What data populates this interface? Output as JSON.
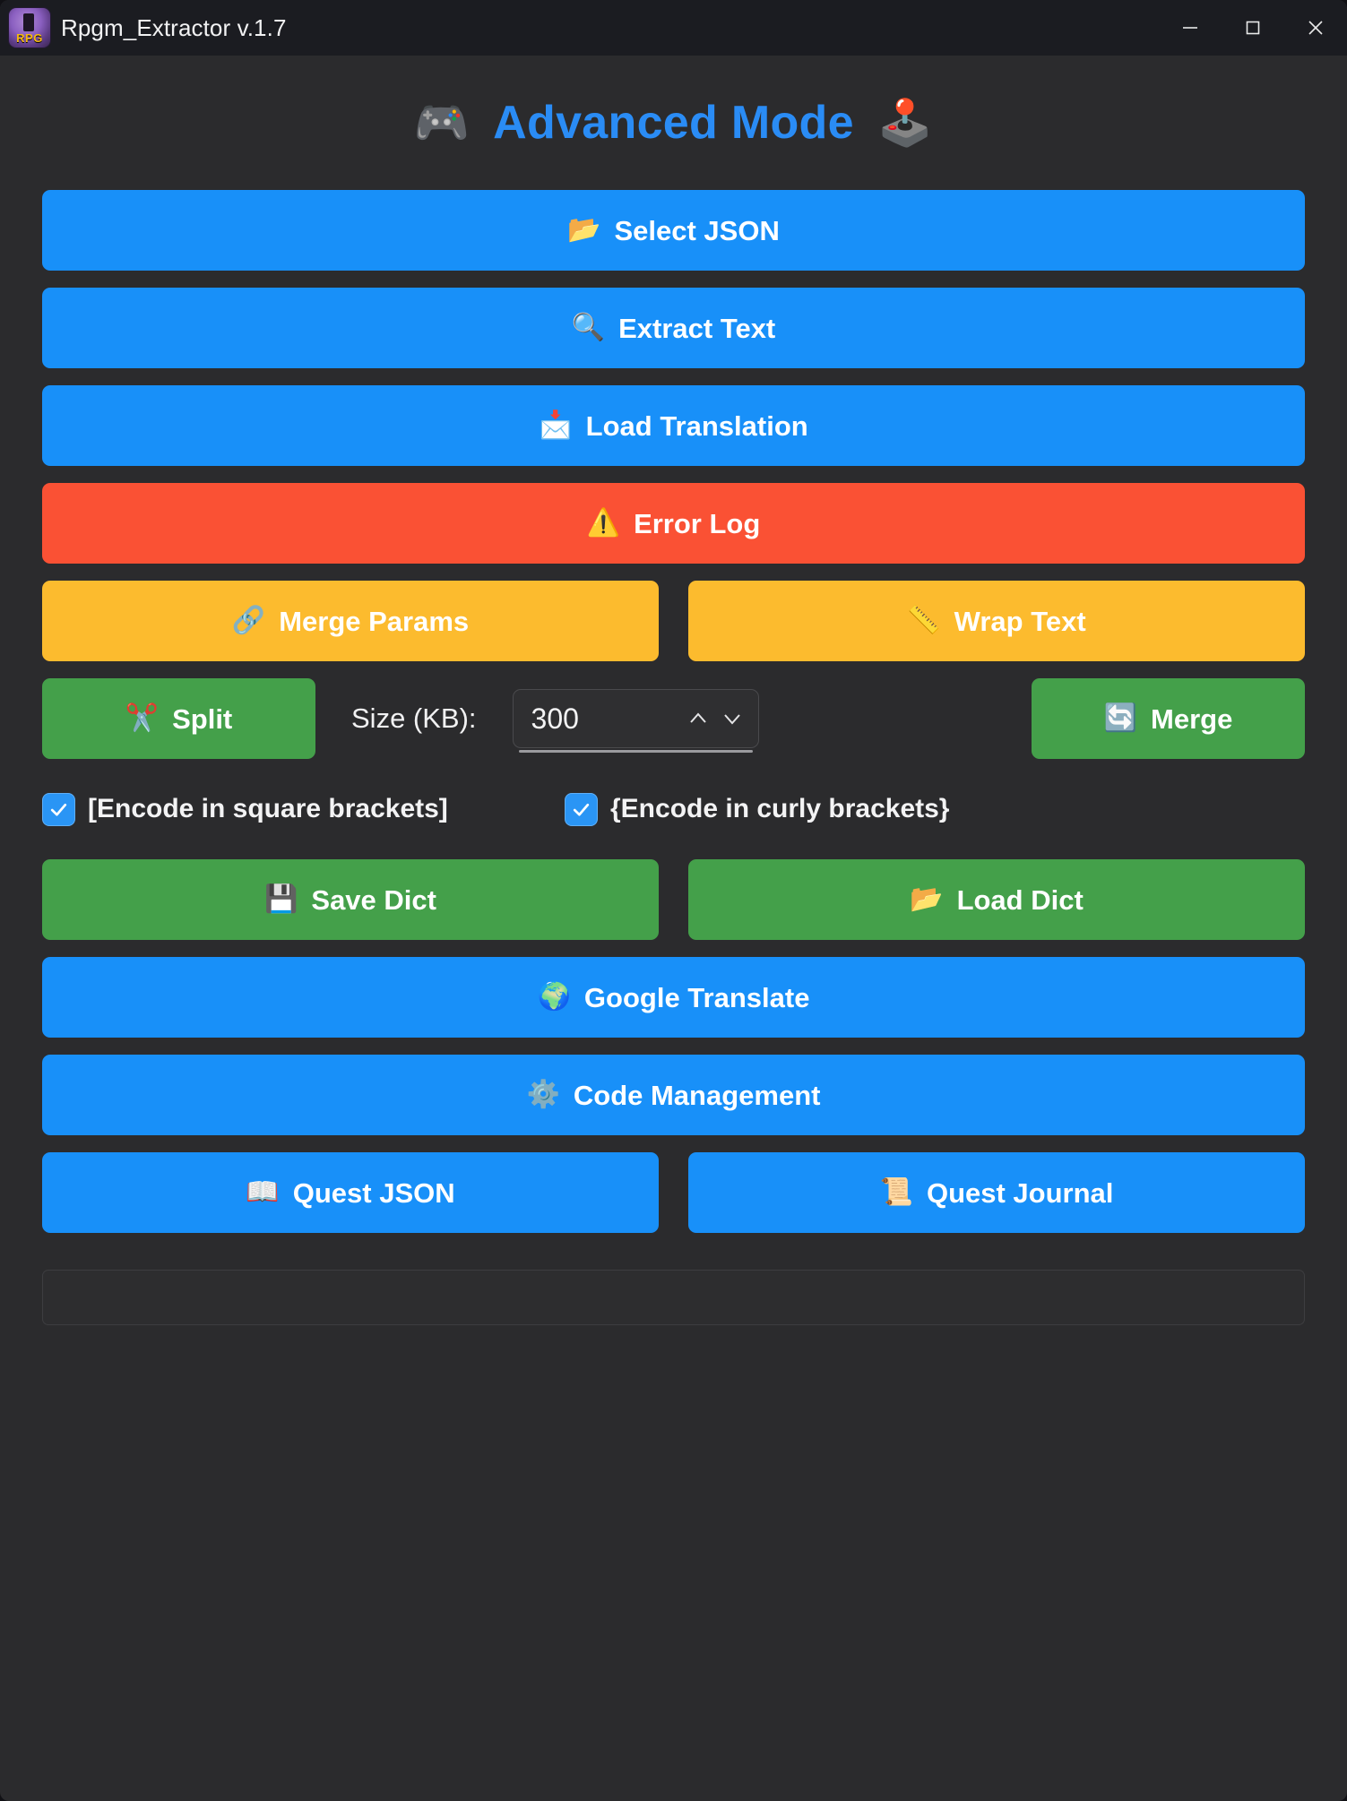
{
  "window": {
    "title": "Rpgm_Extractor v.1.7",
    "logo_icon": "rpg-extractor-logo",
    "minimize_icon": "minimize-icon",
    "maximize_icon": "maximize-icon",
    "close_icon": "close-icon"
  },
  "header": {
    "left_emoji": "🎮",
    "title": "Advanced Mode",
    "right_emoji": "🕹️",
    "title_color": "#2a8cf5"
  },
  "colors": {
    "background": "#2b2b2d",
    "titlebar": "#1b1c21",
    "blue": "#1890f9",
    "red": "#fa5134",
    "amber": "#fcbb2e",
    "green": "#44a04a",
    "checkbox": "#2a95f5",
    "text": "#ffffff"
  },
  "buttons": {
    "select_json": {
      "icon": "📂",
      "icon_name": "open-folder-icon",
      "label": "Select JSON",
      "color": "blue"
    },
    "extract_text": {
      "icon": "🔍",
      "icon_name": "magnifier-icon",
      "label": "Extract Text",
      "color": "blue"
    },
    "load_translation": {
      "icon": "📩",
      "icon_name": "inbox-tray-icon",
      "label": "Load Translation",
      "color": "blue"
    },
    "error_log": {
      "icon": "⚠️",
      "icon_name": "warning-icon",
      "label": "Error Log",
      "color": "red"
    },
    "merge_params": {
      "icon": "🔗",
      "icon_name": "link-icon",
      "label": "Merge Params",
      "color": "amber"
    },
    "wrap_text": {
      "icon": "📏",
      "icon_name": "ruler-icon",
      "label": "Wrap Text",
      "color": "amber"
    },
    "split": {
      "icon": "✂️",
      "icon_name": "scissors-icon",
      "label": "Split",
      "color": "green"
    },
    "merge": {
      "icon": "🔄",
      "icon_name": "refresh-icon",
      "label": "Merge",
      "color": "green"
    },
    "save_dict": {
      "icon": "💾",
      "icon_name": "floppy-disk-icon",
      "label": "Save Dict",
      "color": "green"
    },
    "load_dict": {
      "icon": "📂",
      "icon_name": "open-folder-icon",
      "label": "Load Dict",
      "color": "green"
    },
    "google_translate": {
      "icon": "🌍",
      "icon_name": "globe-icon",
      "label": "Google Translate",
      "color": "blue"
    },
    "code_management": {
      "icon": "⚙️",
      "icon_name": "gear-icon",
      "label": "Code Management",
      "color": "blue"
    },
    "quest_json": {
      "icon": "📖",
      "icon_name": "open-book-icon",
      "label": "Quest JSON",
      "color": "blue"
    },
    "quest_journal": {
      "icon": "📜",
      "icon_name": "scroll-icon",
      "label": "Quest Journal",
      "color": "blue"
    }
  },
  "size_field": {
    "label": "Size (KB):",
    "value": "300",
    "up_icon": "chevron-up-icon",
    "down_icon": "chevron-down-icon"
  },
  "checkboxes": [
    {
      "label": "[Encode in square brackets]",
      "checked": true
    },
    {
      "label": "{Encode in curly brackets}",
      "checked": true
    }
  ],
  "statusbar": {
    "text": ""
  }
}
